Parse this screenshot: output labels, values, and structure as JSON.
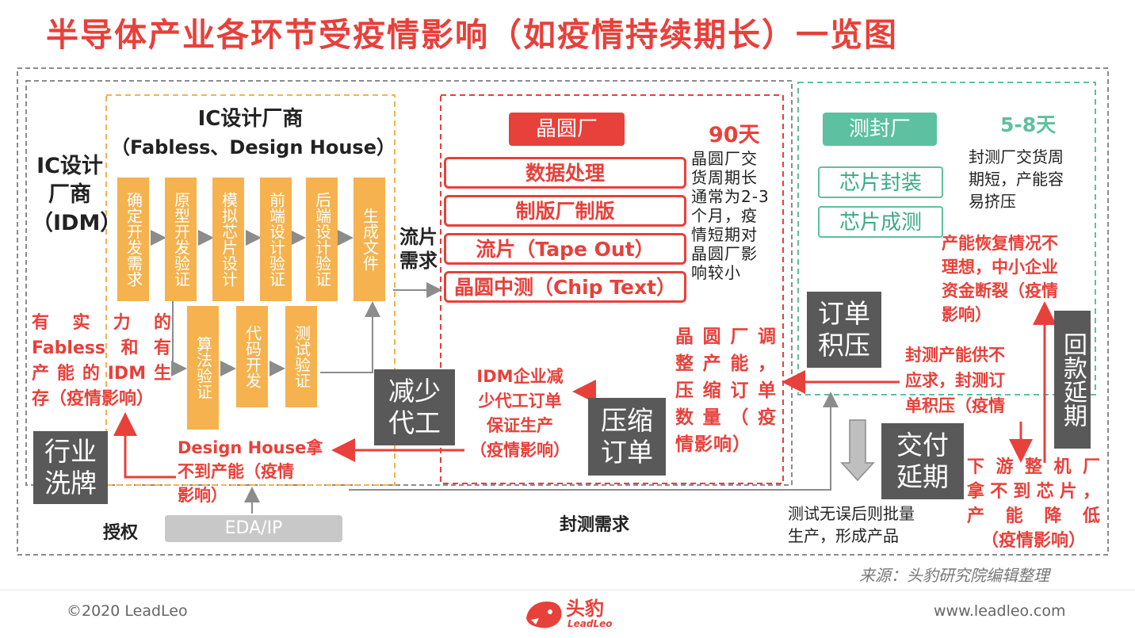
{
  "title": "半导体产业各环节受疫情影响（如疫情持续期长）一览图",
  "idm": {
    "label1": "IC设计",
    "label2": "厂商",
    "label3": "（IDM）"
  },
  "fabless": {
    "heading1": "IC设计厂商",
    "heading2": "（Fabless、Design House）",
    "steps_top": [
      "确定开发需求",
      "原型开发验证",
      "模拟芯片设计",
      "前端设计验证",
      "后端设计验证",
      "生成文件"
    ],
    "steps_bottom": [
      "算法验证",
      "代码开发",
      "测试验证"
    ]
  },
  "tapeout_demand": "流片需求",
  "fab": {
    "header": "晶圆厂",
    "days": "90天",
    "steps": [
      "数据处理",
      "制版厂制版",
      "流片（Tape Out）",
      "晶圆中测（Chip Text）"
    ],
    "note": [
      "晶圆厂交",
      "货周期长",
      "通常为2-3",
      "个月，疫",
      "情短期对",
      "晶圆厂影",
      "响较小"
    ]
  },
  "packaging": {
    "header": "测封厂",
    "days": "5-8天",
    "note": [
      "封测厂交货周",
      "期短，产能容",
      "易挤压"
    ],
    "steps": [
      "芯片封装",
      "芯片成测"
    ]
  },
  "red_notes": {
    "strong_survive": [
      "有实力的",
      "Fabless和有",
      "产能的IDM生",
      "存（疫情影响）"
    ],
    "idm_reduce": [
      "IDM企业减",
      "少代工订单",
      "保证生产",
      "（疫情影响）"
    ],
    "design_house": [
      "Design House拿",
      "不到产能（疫情",
      "影响）"
    ],
    "fab_adjust": [
      "晶圆厂调",
      "整产能，",
      "压缩订单",
      "数量（疫",
      "情影响）"
    ],
    "capacity_recovery": [
      "产能恢复情况不",
      "理想，中小企业",
      "资金断裂（疫情",
      "影响）"
    ],
    "pkg_supply": [
      "封测产能供不",
      "应求，封测订",
      "单积压（疫情"
    ],
    "downstream": [
      "下游整机厂",
      "拿不到芯片，",
      "产能降低",
      "（疫情影响）"
    ]
  },
  "grey_labels": {
    "reshuffle": [
      "行业",
      "洗牌"
    ],
    "reduce_foundry": [
      "减少",
      "代工"
    ],
    "compress_orders": [
      "压缩",
      "订单"
    ],
    "order_backlog": [
      "订单",
      "积压"
    ],
    "delivery_delay": [
      "交付",
      "延期"
    ],
    "payment_delay": "回款延期"
  },
  "authorization": "授权",
  "eda_ip": "EDA/IP",
  "pkg_demand": "封测需求",
  "test_note": [
    "测试无误后则批量",
    "生产，形成产品"
  ],
  "source": "来源：头豹研究院编辑整理",
  "footer": {
    "copyright": "©2020 LeadLeo",
    "logo_cn": "头豹",
    "logo_en": "LeadLeo",
    "url": "www.leadleo.com"
  },
  "colors": {
    "red": "#e8403a",
    "orange": "#f5b24e",
    "teal": "#5dc0a0",
    "grey": "#595959"
  }
}
